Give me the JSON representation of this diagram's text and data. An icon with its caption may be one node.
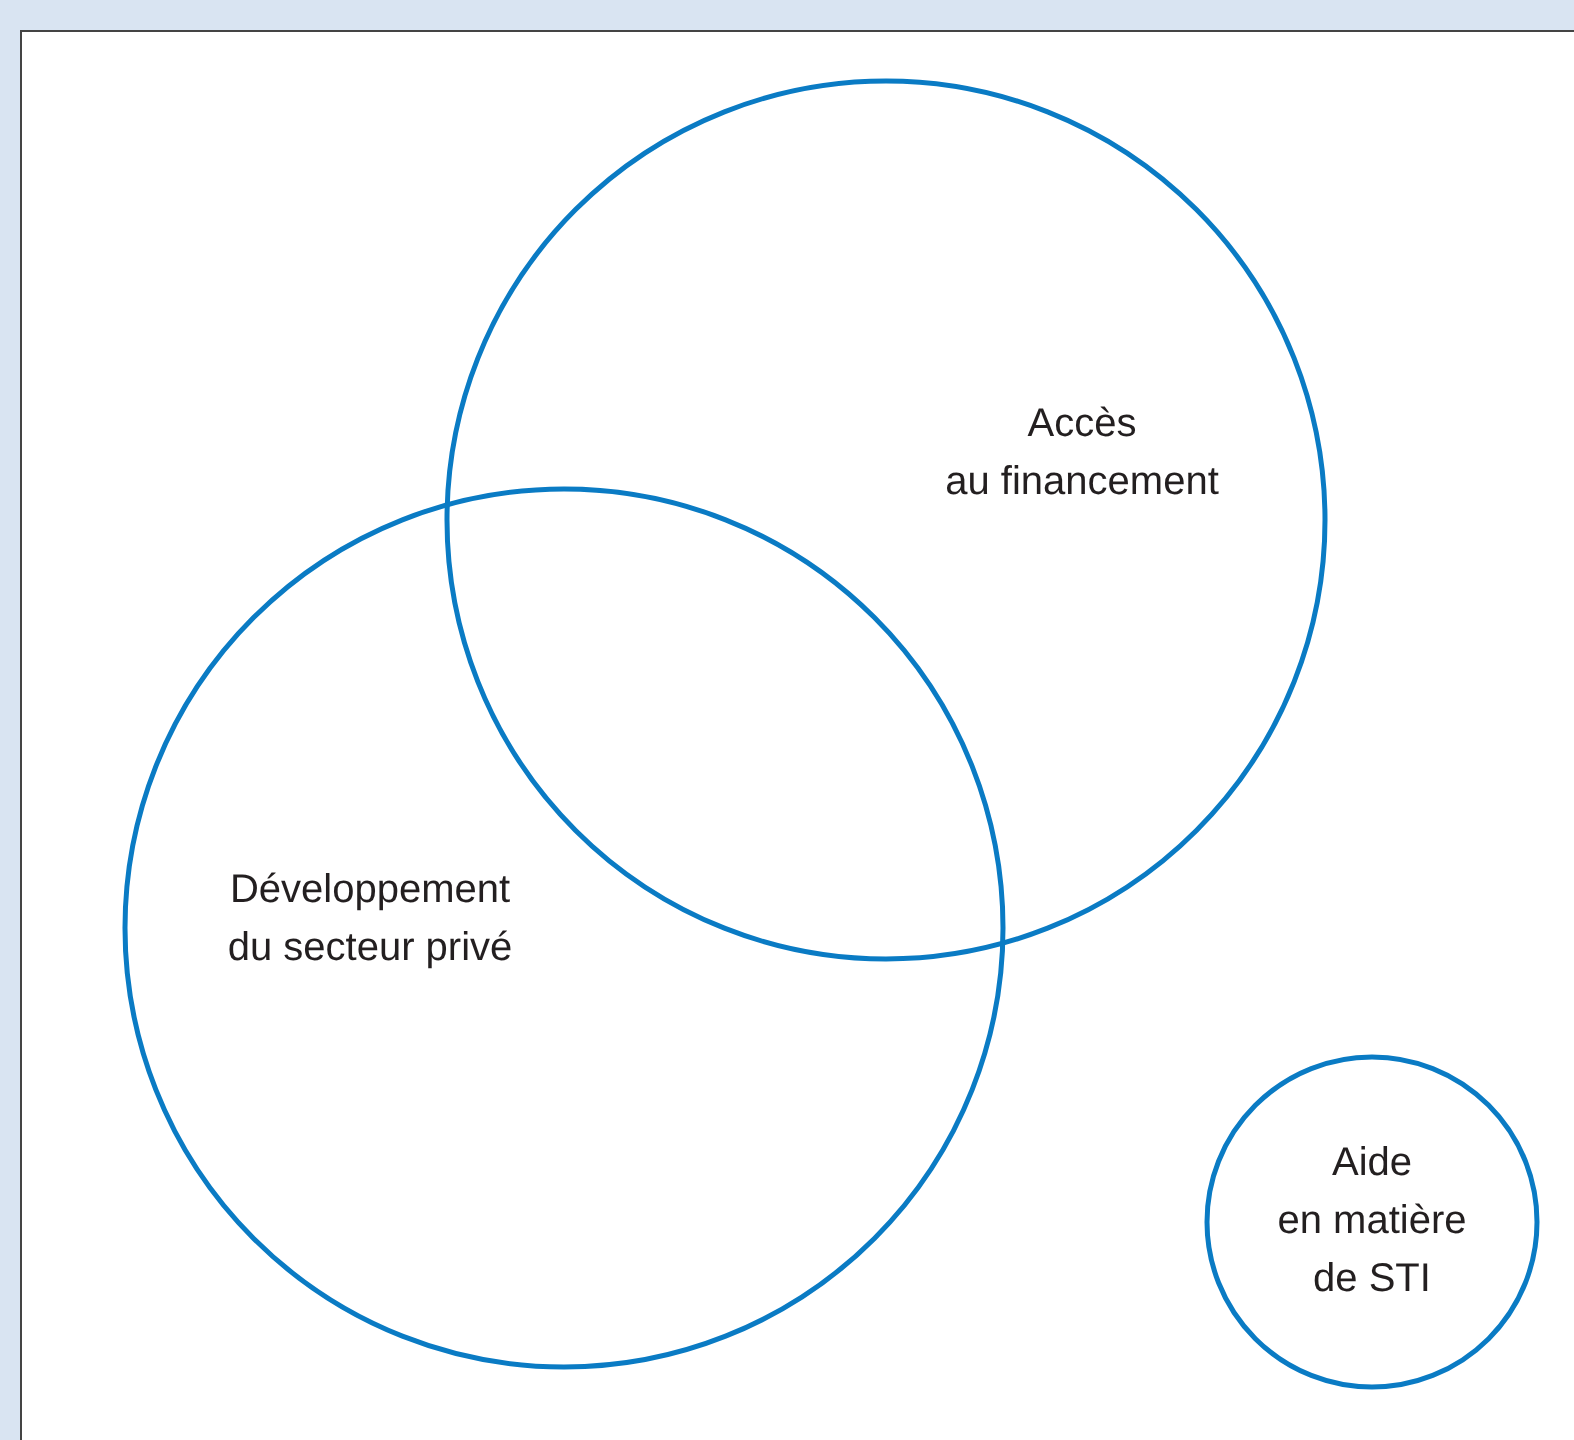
{
  "diagram": {
    "nodes": [
      {
        "text": [
          "Accès au financement"
        ]
      },
      {
        "text": [
          "Développement du secteur privé"
        ]
      },
      {
        "text": [
          "Aide en matière de STI"
        ]
      }
    ]
  }
}
